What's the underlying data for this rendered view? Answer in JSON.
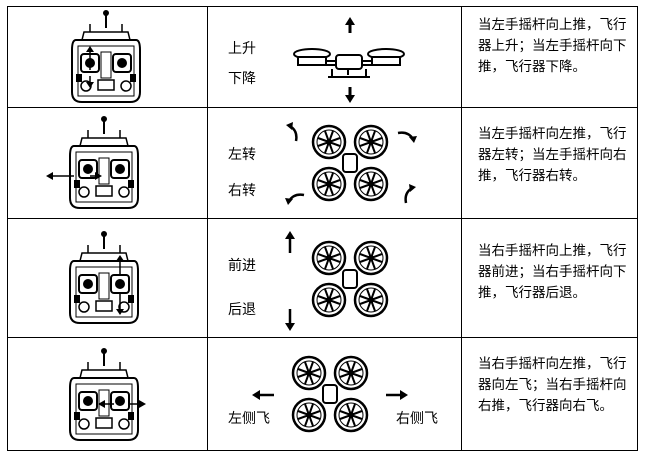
{
  "rows": [
    {
      "label_a": "上升",
      "label_b": "下降",
      "description": "当左手摇杆向上推，飞行器上升；当左手摇杆向下推，飞行器下降。"
    },
    {
      "label_a": "左转",
      "label_b": "右转",
      "description": "当左手摇杆向左推，飞行器左转；当左手摇杆向右推，飞行器右转。"
    },
    {
      "label_a": "前进",
      "label_b": "后退",
      "description": "当右手摇杆向上推，飞行器前进；当右手摇杆向下推，飞行器后退。"
    },
    {
      "label_a": "左侧飞",
      "label_b": "右侧飞",
      "description": "当右手摇杆向左推，飞行器向左飞；当右手摇杆向右推，飞行器向右飞。"
    }
  ],
  "icons": {
    "controller": "transmitter-illustration",
    "drone_side": "drone-side-view-illustration",
    "drone_top": "drone-top-view-illustration",
    "arrows": "direction-arrow-icon"
  }
}
